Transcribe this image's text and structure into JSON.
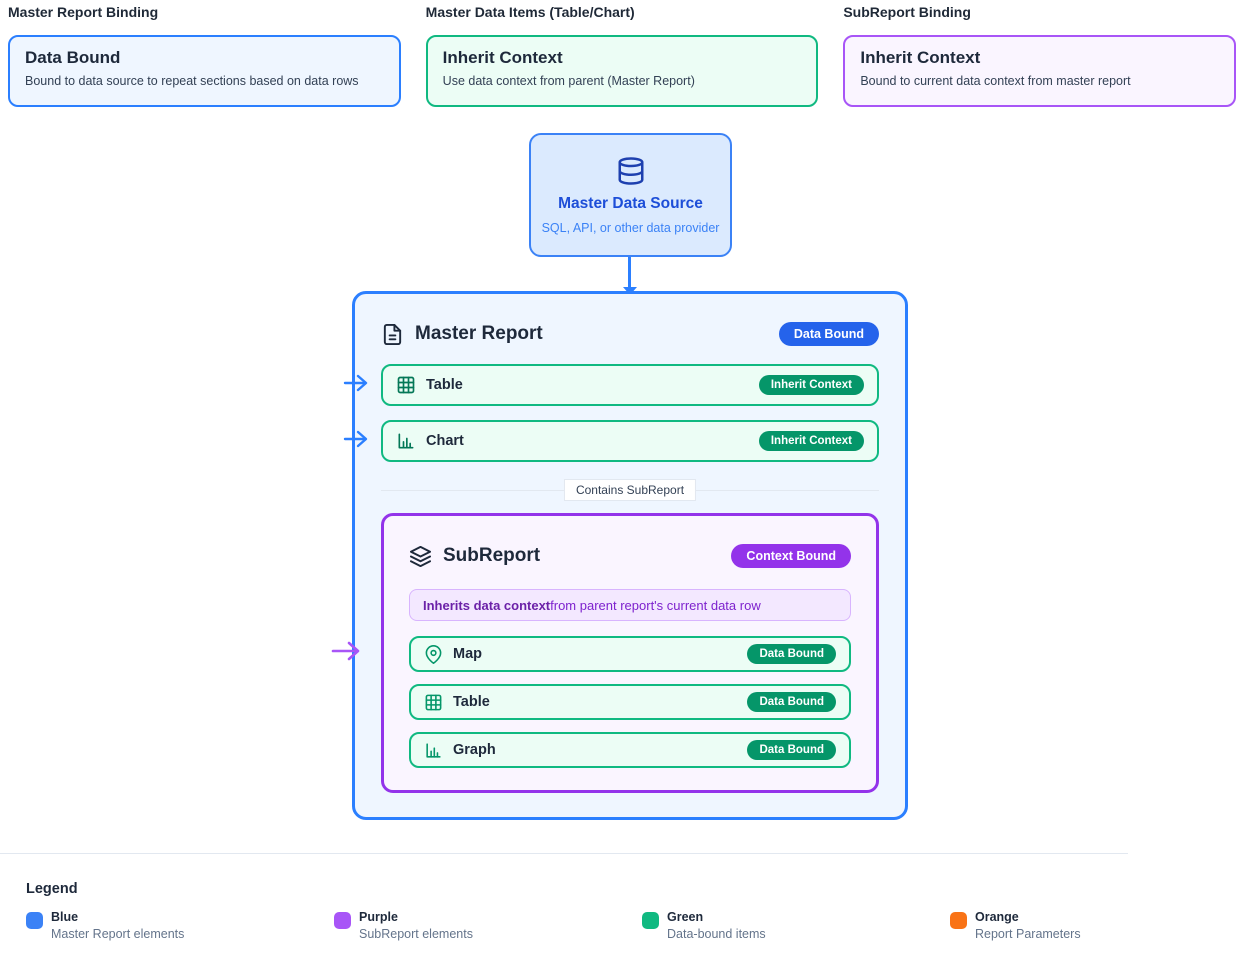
{
  "header_cards": [
    {
      "heading": "Master Report Binding",
      "title": "Data Bound",
      "description": "Bound to data source to repeat sections based on data rows"
    },
    {
      "heading": "Master Data Items (Table/Chart)",
      "title": "Inherit Context",
      "description": "Use data context from parent (Master Report)"
    },
    {
      "heading": "SubReport Binding",
      "title": "Inherit Context",
      "description": "Bound to current data context from master report"
    }
  ],
  "data_source": {
    "title": "Master Data Source",
    "subtitle": "SQL, API, or other data provider",
    "icon": "database-icon"
  },
  "master_report": {
    "title": "Master Report",
    "badge": "Data Bound",
    "icon": "file-text-icon",
    "items": [
      {
        "label": "Table",
        "badge": "Inherit Context",
        "icon": "table-icon"
      },
      {
        "label": "Chart",
        "badge": "Inherit Context",
        "icon": "bar-chart-icon"
      }
    ],
    "divider_label": "Contains SubReport"
  },
  "subreport": {
    "title": "SubReport",
    "badge": "Context Bound",
    "icon": "layers-icon",
    "note": {
      "bold": "Inherits data context",
      "rest": " from parent report's current data row"
    },
    "items": [
      {
        "label": "Map",
        "badge": "Data Bound",
        "icon": "map-pin-icon"
      },
      {
        "label": "Table",
        "badge": "Data Bound",
        "icon": "table-icon"
      },
      {
        "label": "Graph",
        "badge": "Data Bound",
        "icon": "bar-chart-icon"
      }
    ]
  },
  "legend": {
    "heading": "Legend",
    "items": [
      {
        "name": "Blue",
        "description": "Master Report elements",
        "color": "#3b82f6"
      },
      {
        "name": "Purple",
        "description": "SubReport elements",
        "color": "#a855f7"
      },
      {
        "name": "Green",
        "description": "Data-bound items",
        "color": "#10b981"
      },
      {
        "name": "Orange",
        "description": "Report Parameters",
        "color": "#f97316"
      }
    ]
  },
  "colors": {
    "master_border": "#2b7fff",
    "master_bg": "#eff6ff",
    "master_badge": "#2563eb",
    "item_border": "#10b981",
    "item_bg": "#ecfdf5",
    "item_badge": "#059669",
    "subreport_border": "#9333ea",
    "subreport_bg": "#faf5ff",
    "subreport_badge": "#9333ea",
    "datasource_bg": "#dbeafe",
    "datasource_border": "#3b82f6"
  }
}
